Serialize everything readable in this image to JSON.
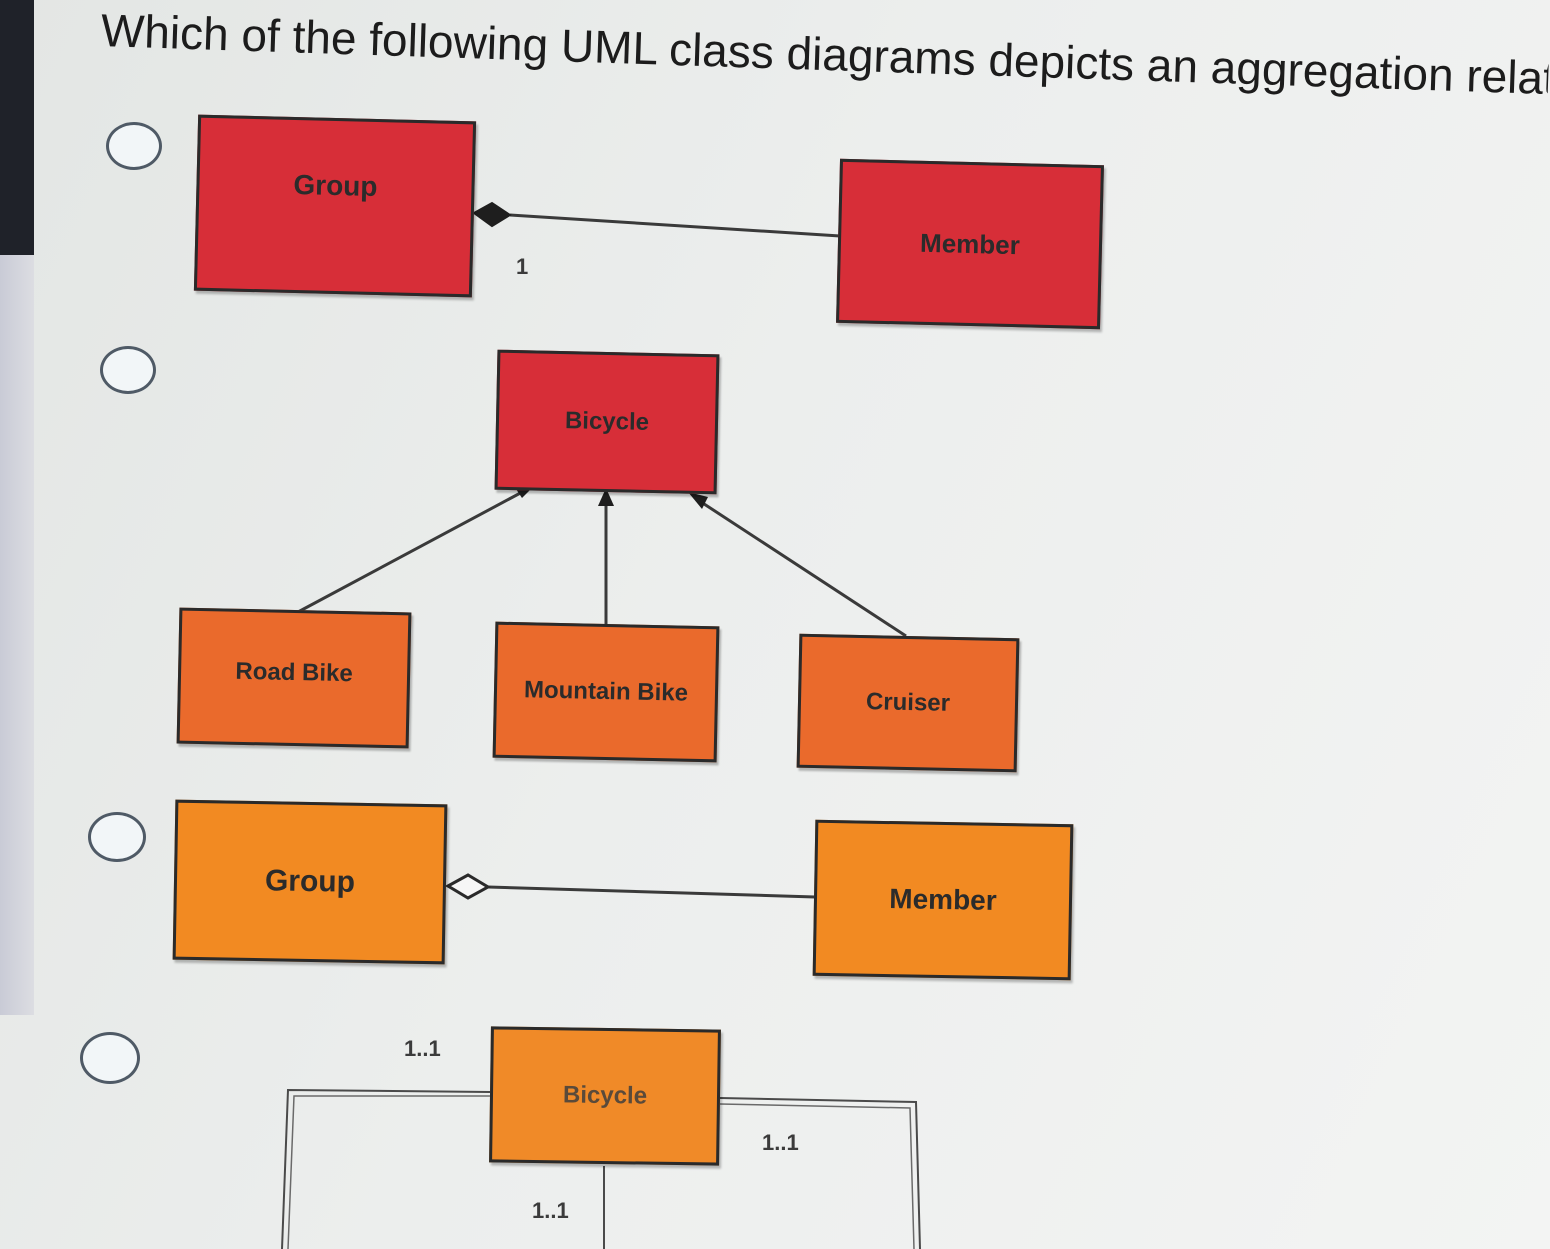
{
  "question": {
    "text": "Which of the following UML class diagrams depicts an aggregation relation"
  },
  "options": [
    {
      "classes": {
        "left": "Group",
        "right": "Member"
      },
      "multiplicity": "1"
    },
    {
      "classes": {
        "parent": "Bicycle",
        "child1": "Road Bike",
        "child2": "Mountain Bike",
        "child3": "Cruiser"
      }
    },
    {
      "classes": {
        "left": "Group",
        "right": "Member"
      }
    },
    {
      "classes": {
        "center": "Bicycle"
      },
      "multiplicities": [
        "1..1",
        "1..1",
        "1..1"
      ]
    }
  ],
  "colors": {
    "red": "#d72e38",
    "orange_dark": "#ea6a2c",
    "orange": "#f28a22",
    "line": "#3a3a3a"
  }
}
